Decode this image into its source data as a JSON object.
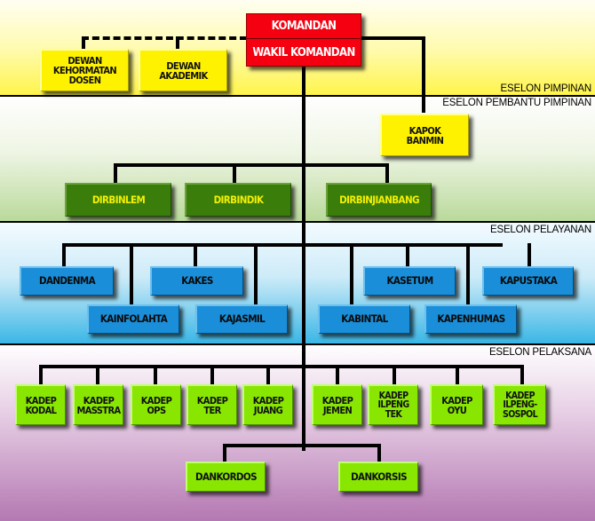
{
  "echelons": {
    "pimpinan": "ESELON PIMPINAN",
    "pembantu_pimpinan": "ESELON PEMBANTU PIMPINAN",
    "pelayanan": "ESELON PELAYANAN",
    "pelaksana": "ESELON PELAKSANA"
  },
  "leadership": {
    "komandan": "KOMANDAN",
    "wakil_komandan": "WAKIL KOMANDAN",
    "dewan_kehormatan_dosen": "DEWAN\nKEHORMATAN\nDOSEN",
    "dewan_akademik": "DEWAN\nAKADEMIK"
  },
  "assistant": {
    "kapok_banmin": "KAPOK\nBANMIN",
    "directorates": [
      "DIRBINLEM",
      "DIRBINDIK",
      "DIRBINJIANBANG"
    ]
  },
  "services": {
    "upper_row": [
      "KAKES",
      "KASETUM",
      "KAPUSTAKA"
    ],
    "lower_row": [
      "KAINFOLAHTA",
      "KAJASMIL",
      "KABINTAL",
      "KAPENHUMAS"
    ],
    "dandenma": "DANDENMA"
  },
  "executors": {
    "departments": [
      "KADEP\nKODAL",
      "KADEP\nMASSTRA",
      "KADEP\nOPS",
      "KADEP\nTER",
      "KADEP\nJUANG",
      "KADEP\nJEMEN",
      "KADEP\nILPENG\nTEK",
      "KADEP\nOYU",
      "KADEP\nILPENG-\nSOSPOL"
    ],
    "commanders": [
      "DANKORDOS",
      "DANKORSIS"
    ]
  },
  "colors": {
    "leadership": "#f40010",
    "council": "#fff200",
    "directorate": "#3a7d0a",
    "service": "#1a8ed8",
    "executor": "#88e600"
  }
}
